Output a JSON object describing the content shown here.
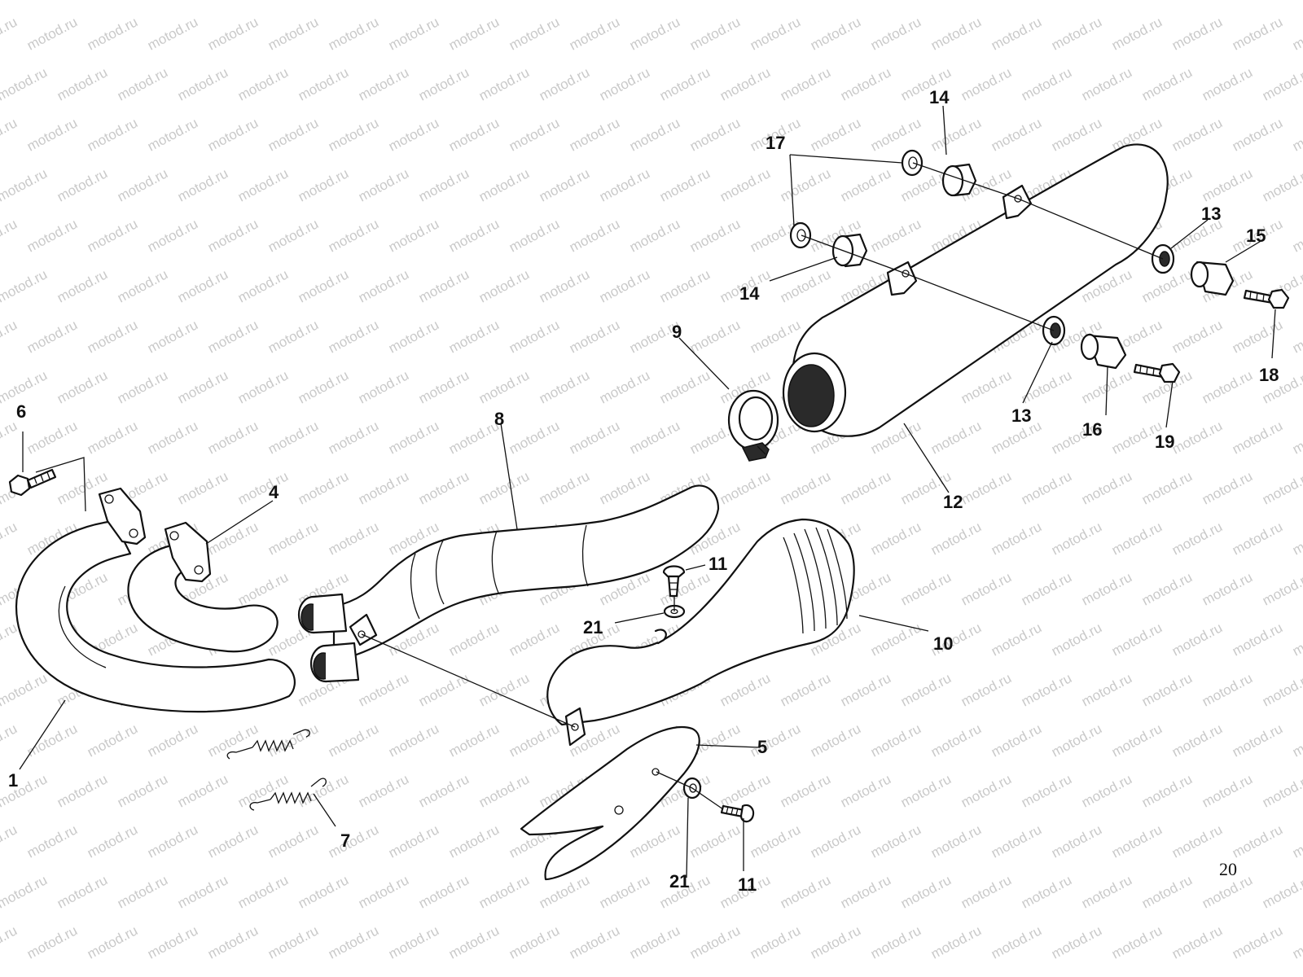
{
  "watermark": "motod.ru",
  "page_number": "20",
  "callouts": {
    "c1": "1",
    "c4": "4",
    "c5": "5",
    "c6": "6",
    "c7": "7",
    "c8": "8",
    "c9": "9",
    "c10": "10",
    "c11a": "11",
    "c11b": "11",
    "c12": "12",
    "c13a": "13",
    "c13b": "13",
    "c14a": "14",
    "c14b": "14",
    "c15": "15",
    "c16": "16",
    "c17": "17",
    "c18": "18",
    "c19": "19",
    "c21a": "21",
    "c21b": "21"
  }
}
